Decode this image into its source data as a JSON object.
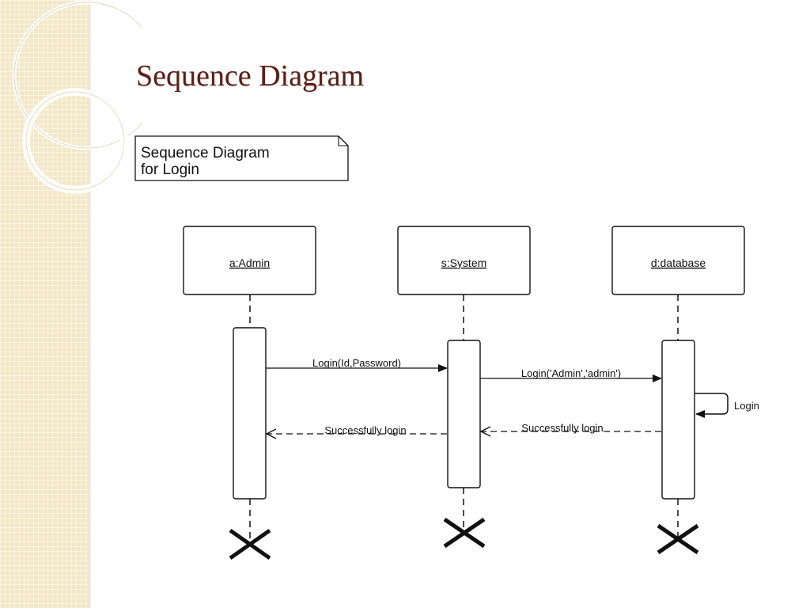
{
  "slide": {
    "title": "Sequence Diagram"
  },
  "diagram": {
    "note": {
      "line1": "Sequence Diagram",
      "line2": "for Login"
    },
    "lifelines": [
      {
        "label": "a:Admin"
      },
      {
        "label": "s:System"
      },
      {
        "label": "d:database"
      }
    ],
    "messages": [
      {
        "label": "Login(Id,Password)",
        "from": "a:Admin",
        "to": "s:System",
        "kind": "sync"
      },
      {
        "label": "Login('Admin','admin')",
        "from": "s:System",
        "to": "d:database",
        "kind": "sync"
      },
      {
        "label": "Login",
        "from": "d:database",
        "to": "d:database",
        "kind": "self"
      },
      {
        "label": "Successfully login",
        "from": "d:database",
        "to": "s:System",
        "kind": "reply"
      },
      {
        "label": "Successfully login",
        "from": "s:System",
        "to": "a:Admin",
        "kind": "reply"
      }
    ]
  },
  "colors": {
    "title": "#5b1f14",
    "side_background": "#f3e7c6",
    "line": "#111111"
  }
}
